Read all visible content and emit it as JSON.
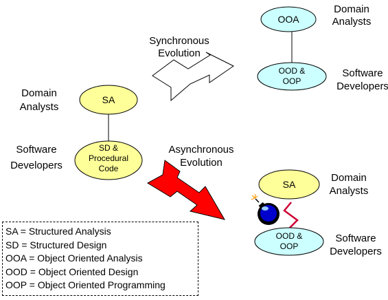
{
  "colors": {
    "sa_fill": "#ffff99",
    "oo_fill": "#ccffff",
    "sync_arrow_fill": "#ffffff",
    "async_arrow_fill": "#ff0000",
    "bomb_body": "#0000cc",
    "spark_color": "#cc0033"
  },
  "top_right": {
    "ooa_label": "OOA",
    "domain_analysts": [
      "Domain",
      "Analysts"
    ],
    "ood_oop_label": [
      "OOD &",
      "OOP"
    ],
    "software_developers": [
      "Software",
      "Developers"
    ]
  },
  "left": {
    "domain_analysts": [
      "Domain",
      "Analysts"
    ],
    "sa_label": "SA",
    "software_developers": [
      "Software",
      "Developers"
    ],
    "sd_label": [
      "SD &",
      "Procedural",
      "Code"
    ]
  },
  "arrows": {
    "synchronous": [
      "Synchronous",
      "Evolution"
    ],
    "asynchronous": [
      "Asynchronous",
      "Evolution"
    ]
  },
  "bottom_right": {
    "sa_label": "SA",
    "domain_analysts": [
      "Domain",
      "Analysts"
    ],
    "ood_oop_label": [
      "OOD &",
      "OOP"
    ],
    "software_developers": [
      "Software",
      "Developers"
    ],
    "bomb_icon": "bomb-icon",
    "spark_icon": "lightning-icon"
  },
  "legend": {
    "lines": [
      "SA = Structured Analysis",
      "SD = Structured Design",
      "OOA = Object Oriented Analysis",
      "OOD = Object Oriented Design",
      "OOP = Object Oriented Programming"
    ]
  }
}
